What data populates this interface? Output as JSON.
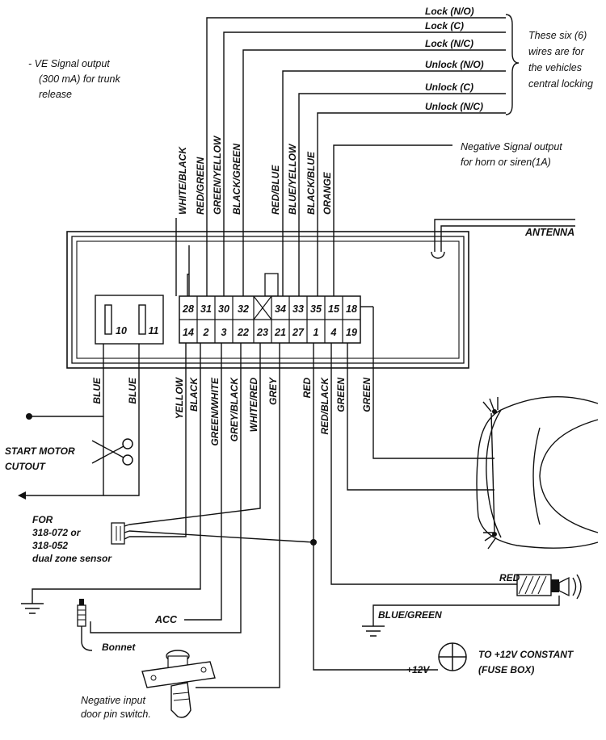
{
  "top_wires": [
    "WHITE/BLACK",
    "RED/GREEN",
    "GREEN/YELLOW",
    "BLACK/GREEN",
    "RED/BLUE",
    "BLUE/YELLOW",
    "BLACK/BLUE",
    "ORANGE"
  ],
  "bottom_wires": [
    "YELLOW",
    "BLACK",
    "GREEN/WHITE",
    "GREY/BLACK",
    "WHITE/RED",
    "GREY",
    "RED",
    "RED/BLACK",
    "GREEN",
    "GREEN"
  ],
  "blue_wires": [
    "BLUE",
    "BLUE"
  ],
  "pins_top": [
    "28",
    "31",
    "30",
    "32",
    "",
    "34",
    "33",
    "35",
    "15",
    "18"
  ],
  "pins_bottom": [
    "14",
    "2",
    "3",
    "22",
    "23",
    "21",
    "27",
    "1",
    "4",
    "19"
  ],
  "relay_pins": [
    "10",
    "11"
  ],
  "locking": {
    "labels": [
      "Lock (N/O)",
      "Lock (C)",
      "Lock (N/C)",
      "Unlock (N/O)",
      "Unlock (C)",
      "Unlock (N/C)"
    ],
    "note": [
      "These six (6)",
      "wires are for",
      "the vehicles",
      "central locking"
    ]
  },
  "trunk_note": [
    "- VE Signal output",
    "(300 mA) for trunk",
    "release"
  ],
  "horn_note": [
    "Negative Signal output",
    "for horn or siren(1A)"
  ],
  "antenna": "ANTENNA",
  "start_motor": [
    "START MOTOR",
    "CUTOUT"
  ],
  "sensor_note": [
    "FOR",
    "318-072 or",
    "318-052",
    "dual zone sensor"
  ],
  "acc": "ACC",
  "bonnet": "Bonnet",
  "door_pin": [
    "Negative input",
    "door pin switch."
  ],
  "fuse_red": "RED",
  "blue_green": "BLUE/GREEN",
  "constant": [
    "TO +12V CONSTANT",
    "(FUSE BOX)"
  ],
  "plus12": "+12V"
}
